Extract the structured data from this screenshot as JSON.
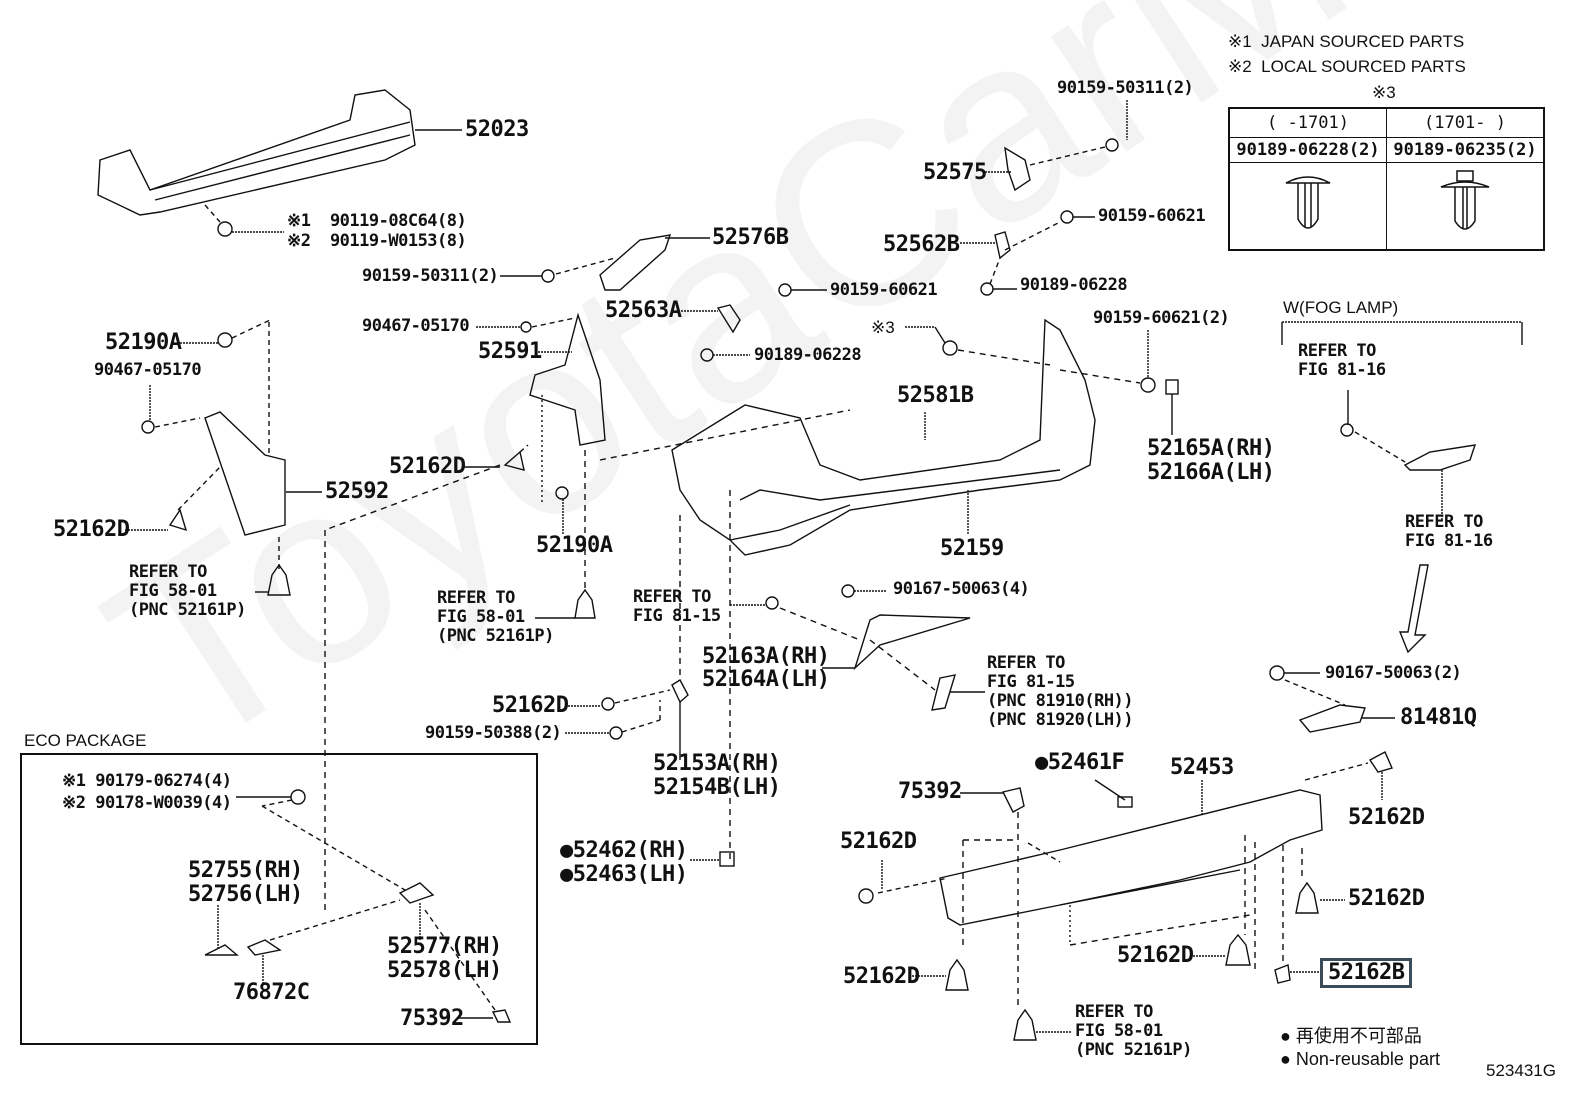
{
  "watermark": "ToyotaCarMine",
  "diagram_id": "523431G",
  "legend": {
    "note1": "※1  JAPAN SOURCED PARTS",
    "note2": "※2  LOCAL SOURCED PARTS",
    "note3_title": "※3",
    "table": {
      "col1_header": "(     -1701)",
      "col2_header": "(1701-      )",
      "col1_part": "90189-06228(2)",
      "col2_part": "90189-06235(2)"
    }
  },
  "fog_lamp": {
    "title": "W(FOG LAMP)",
    "refer_top": [
      "REFER TO",
      "FIG 81-16"
    ],
    "refer_bottom": [
      "REFER TO",
      "FIG 81-16"
    ]
  },
  "eco_package": {
    "title": "ECO PACKAGE",
    "fastener1": "※1 90179-06274(4)",
    "fastener2": "※2 90178-W0039(4)",
    "parts": [
      "52755(RH)",
      "52756(LH)",
      "76872C",
      "52577(RH)",
      "52578(LH)",
      "75392"
    ]
  },
  "labels": {
    "p52023": "52023",
    "bolt1": "※1  90119-08C64(8)",
    "bolt2": "※2  90119-W0153(8)",
    "p52576B": "52576B",
    "s9015950311a": "90159-50311(2)",
    "s9015950311b": "90159-50311(2)",
    "p52575": "52575",
    "p52562B": "52562B",
    "s9015960621a": "90159-60621",
    "s9018906228a": "90189-06228",
    "p52563A": "52563A",
    "s9015960621b": "90159-60621",
    "s9018906228b": "90189-06228",
    "n9046705170a": "90467-05170",
    "p52591": "52591",
    "p52190A_top": "52190A",
    "n9046705170b": "90467-05170",
    "x3": "※3",
    "s9015960621c": "90159-60621(2)",
    "p52581B": "52581B",
    "p52165A": "52165A(RH)",
    "p52166A": "52166A(LH)",
    "p52159": "52159",
    "p52162D_a": "52162D",
    "p52592": "52592",
    "p52162D_b": "52162D",
    "refer_a": [
      "REFER TO",
      "FIG 58-01",
      "(PNC 52161P)"
    ],
    "p52190A_mid": "52190A",
    "refer_b": [
      "REFER TO",
      "FIG 58-01",
      "(PNC 52161P)"
    ],
    "refer_c": [
      "REFER TO",
      "FIG 81-15"
    ],
    "s9016750063a": "90167-50063(4)",
    "p52163A": "52163A(RH)",
    "p52164A": "52164A(LH)",
    "refer_d": [
      "REFER TO",
      "FIG 81-15",
      "(PNC 81910(RH))",
      "(PNC 81920(LH))"
    ],
    "p52162D_c": "52162D",
    "s9015950388": "90159-50388(2)",
    "p52153A": "52153A(RH)",
    "p52154B": "52154B(LH)",
    "p52462": "●52462(RH)",
    "p52463": "●52463(LH)",
    "s9016750063b": "90167-50063(2)",
    "p81481Q": "81481Q",
    "p52461F": "●52461F",
    "p52453": "52453",
    "p75392": "75392",
    "p52162D_d": "52162D",
    "p52162D_e": "52162D",
    "p52162D_f": "52162D",
    "p52162D_g": "52162D",
    "p52162D_h": "52162D",
    "p52162B": "52162B",
    "refer_e": [
      "REFER TO",
      "FIG 58-01",
      "(PNC 52161P)"
    ]
  },
  "footnote": {
    "jp": "● 再使用不可部品",
    "en": "● Non-reusable part"
  }
}
